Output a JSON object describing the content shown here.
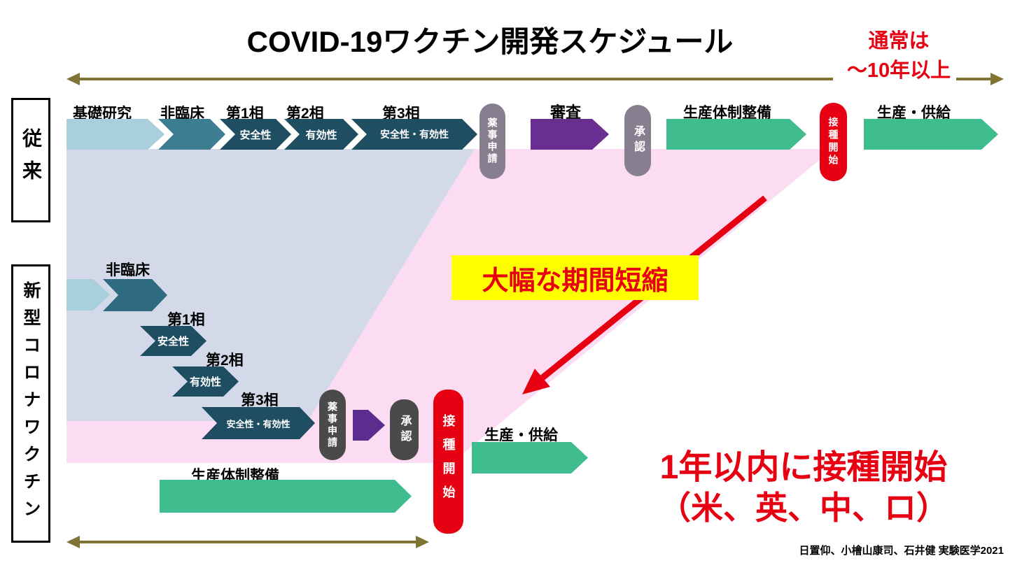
{
  "title": "COVID-19ワクチン開発スケジュール",
  "usual_note": {
    "line1": "通常は",
    "line2": "～10年以上"
  },
  "rows": {
    "conventional": "従来",
    "covid": "新型コロナワクチン"
  },
  "conv": {
    "basic_research": "基礎研究",
    "nonclinical": "非臨床",
    "phase1": "第1相",
    "phase1_sub": "安全性",
    "phase2": "第2相",
    "phase2_sub": "有効性",
    "phase3": "第3相",
    "phase3_sub": "安全性・有効性",
    "application": "薬事申請",
    "review": "審査",
    "approval": "承認",
    "production_setup": "生産体制整備",
    "vaccination_start": "接種開始",
    "production_supply": "生産・供給"
  },
  "covid": {
    "nonclinical": "非臨床",
    "phase1": "第1相",
    "phase1_sub": "安全性",
    "phase2": "第2相",
    "phase2_sub": "有効性",
    "phase3": "第3相",
    "phase3_sub": "安全性・有効性",
    "application": "薬事申請",
    "approval": "承認",
    "vaccination_start": "接種開始",
    "production_supply": "生産・供給",
    "production_setup": "生産体制整備"
  },
  "annotations": {
    "shortening": "大幅な期間短縮",
    "one_year_line1": "1年以内に接種開始",
    "one_year_line2": "（米、英、中、ロ）",
    "credit": "日置仰、小檜山康司、石井健 実験医学2021"
  },
  "colors": {
    "red": "#e60012",
    "green": "#3fbd8e",
    "purple": "#6a2d91",
    "dark_teal": "#1f4d61",
    "teal": "#2e6b80",
    "light_blue": "#a9cedc",
    "khaki_arrow": "#7f7433",
    "pink_region": "#fbdcf2",
    "blue_region": "#d4d9ea",
    "yellow_highlight": "#ffff00",
    "dark_gray_pill": "#4a4a4a",
    "muted_pill": "#877e90"
  }
}
